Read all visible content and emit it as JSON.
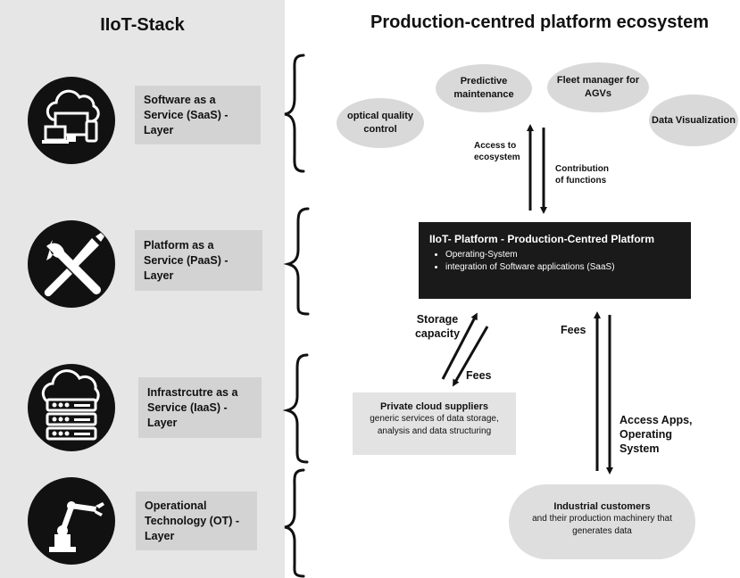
{
  "left_panel": {
    "title": "IIoT-Stack",
    "layers": [
      {
        "label": "Software as a Service (SaaS) - Layer",
        "icon": "cloud-devices-icon"
      },
      {
        "label": "Platform as a Service (PaaS) - Layer",
        "icon": "wrench-screwdriver-icon"
      },
      {
        "label": "Infrastrcutre as a Service (IaaS) - Layer",
        "icon": "cloud-server-icon"
      },
      {
        "label": "Operational Technology (OT) - Layer",
        "icon": "robot-arm-icon"
      }
    ]
  },
  "ecosystem": {
    "title": "Production-centred platform ecosystem",
    "apps": [
      "optical quality control",
      "Predictive maintenance",
      "Fleet manager for AGVs",
      "Data Visualization"
    ],
    "arrow_labels": {
      "access_ecosystem": "Access to ecosystem",
      "contribution": "Contribution of functions",
      "storage": "Storage capacity",
      "fees_cloud": "Fees",
      "fees_customers": "Fees",
      "access_apps": "Access Apps, Operating System"
    },
    "platform": {
      "title": "IIoT- Platform - Production-Centred Platform",
      "bullets": [
        "Operating-System",
        "integration of Software applications (SaaS)"
      ]
    },
    "cloud": {
      "title": "Private cloud suppliers",
      "desc": "generic services of data storage, analysis and data structuring"
    },
    "customers": {
      "title": "Industrial customers",
      "desc": "and their production machinery that generates data"
    }
  }
}
